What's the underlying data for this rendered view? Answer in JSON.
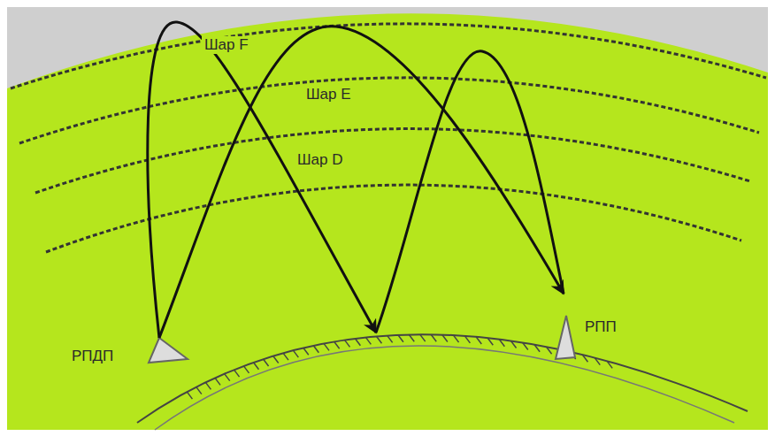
{
  "diagram": {
    "labels": [
      "Шар F",
      "Шар E",
      "Шар D",
      "РПДП",
      "РПП"
    ]
  }
}
